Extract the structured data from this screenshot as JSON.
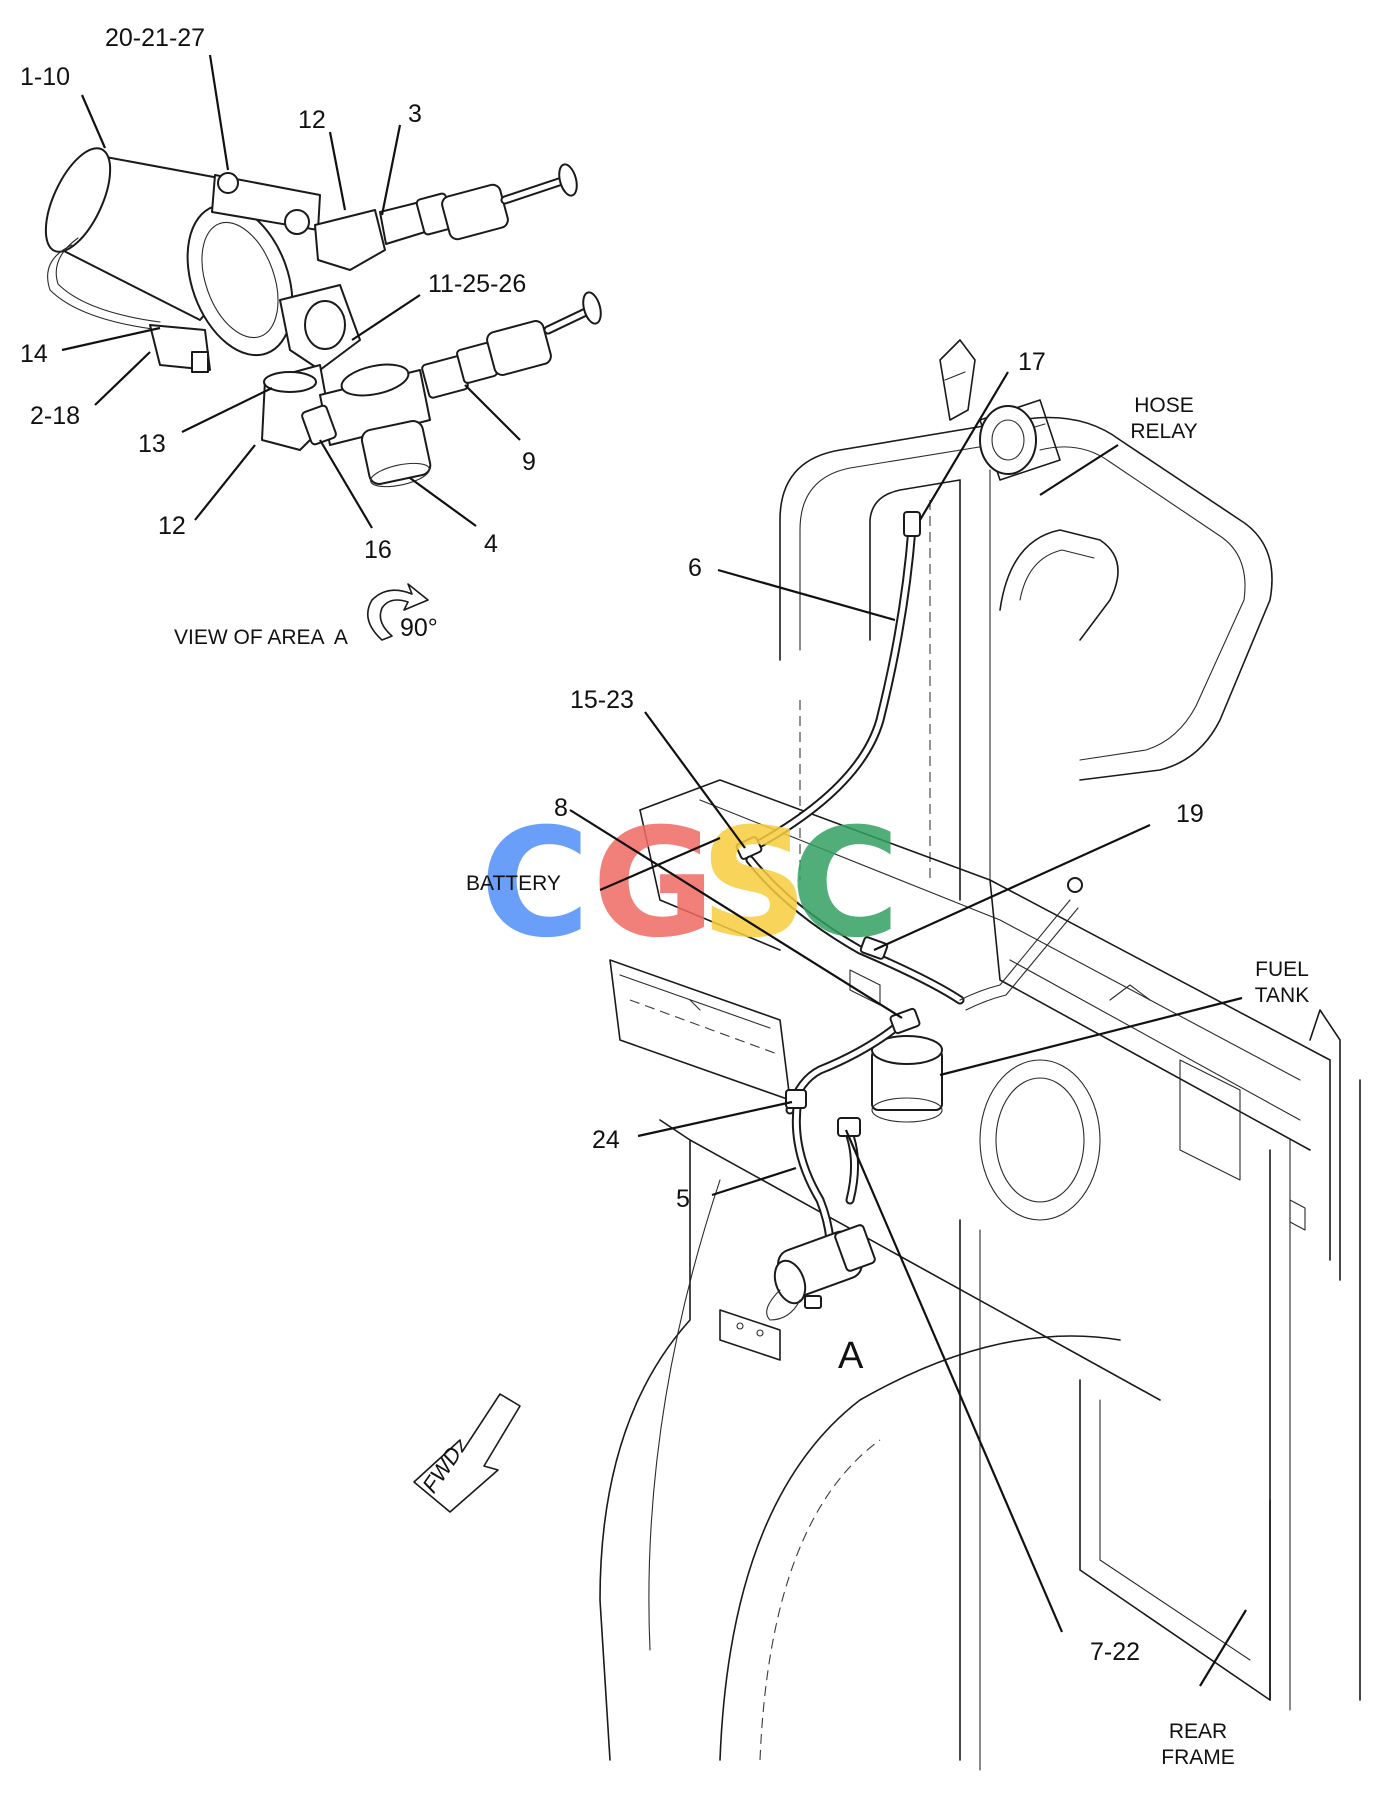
{
  "labels": {
    "p1_10": "1-10",
    "p20_21_27": "20-21-27",
    "p12_top": "12",
    "p3": "3",
    "p11_25_26": "11-25-26",
    "p14": "14",
    "p2_18": "2-18",
    "p13": "13",
    "p9": "9",
    "p12_bottom": "12",
    "p16": "16",
    "p4": "4",
    "p17": "17",
    "p6": "6",
    "p15_23": "15-23",
    "p8": "8",
    "p19": "19",
    "p24": "24",
    "p5": "5",
    "p7_22": "7-22"
  },
  "notes": {
    "view_of_area": "VIEW OF AREA  A",
    "rotation": "90°",
    "hose_relay_l1": "HOSE",
    "hose_relay_l2": "RELAY",
    "battery": "BATTERY",
    "fuel_tank_l1": "FUEL",
    "fuel_tank_l2": "TANK",
    "area_a": "A",
    "fwd": "FWD",
    "rear_frame_l1": "REAR",
    "rear_frame_l2": "FRAME"
  },
  "watermark": {
    "letters": [
      "C",
      "G",
      "S",
      "C"
    ],
    "colors": [
      "#4f8ff7",
      "#f06b63",
      "#f7cd3e",
      "#33a062"
    ]
  }
}
